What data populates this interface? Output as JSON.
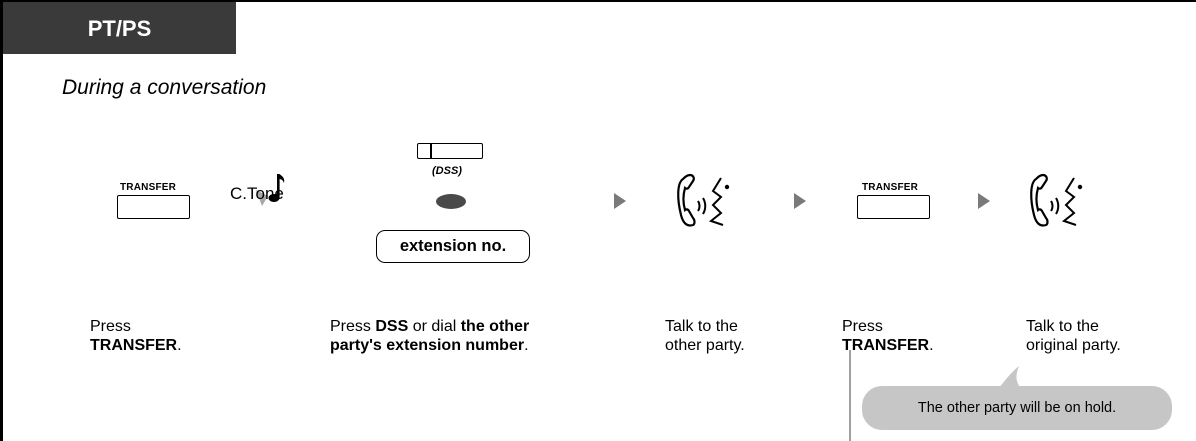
{
  "tab": {
    "label": "PT/PS"
  },
  "subtitle": "During a conversation",
  "keys": {
    "transfer_1": "TRANSFER",
    "transfer_2": "TRANSFER"
  },
  "tone": {
    "label": "C.Tone"
  },
  "dss": {
    "label": "(DSS)",
    "ext_box": "extension no."
  },
  "steps": [
    {
      "line1": "Press",
      "line2_bold": "TRANSFER",
      "line2_end": "."
    },
    {
      "l1_a": "Press ",
      "l1_b": "DSS",
      "l1_c": " or dial ",
      "l1_d": "the other",
      "l2_bold": "party's extension number",
      "l2_end": "."
    },
    {
      "line1": "Talk to the",
      "line2": "other party."
    },
    {
      "line1": "Press",
      "line2_bold": "TRANSFER",
      "line2_end": "."
    },
    {
      "line1": "Talk to the",
      "line2": "original party."
    }
  ],
  "callout": "The other party will be on hold.",
  "colors": {
    "tab_bg": "#3a3a3a",
    "arrow": "#7a7a7a",
    "callout_bg": "#c6c6c6",
    "led": "#4a4a4a"
  },
  "icons": [
    "music-note-icon",
    "handset-talking-icon",
    "handset-talking-icon",
    "play-arrow-icon"
  ]
}
